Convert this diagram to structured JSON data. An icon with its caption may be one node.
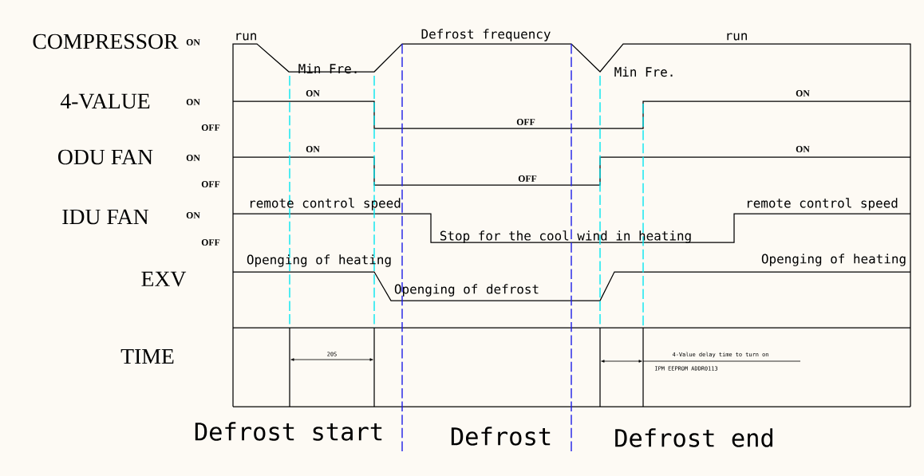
{
  "diagram": {
    "labels": [
      "COMPRESSOR",
      "ON",
      "run",
      "Defrost frequency",
      "run",
      "Min Fre.",
      "Min Fre.",
      "4-VALUE",
      "ON",
      "ON",
      "ON",
      "OFF",
      "OFF",
      "ODU FAN",
      "ON",
      "ON",
      "ON",
      "OFF",
      "OFF",
      "IDU FAN",
      "ON",
      "remote control speed",
      "remote control speed",
      "OFF",
      "Stop for the cool wind in heating",
      "Openging of heating",
      "Openging of heating",
      "EXV",
      "Openging of defrost",
      "TIME",
      "20S",
      "4-Value delay time to turn on",
      "IPM EEPROM ADDR0113",
      "Defrost start",
      "Defrost",
      "Defrost end"
    ]
  }
}
